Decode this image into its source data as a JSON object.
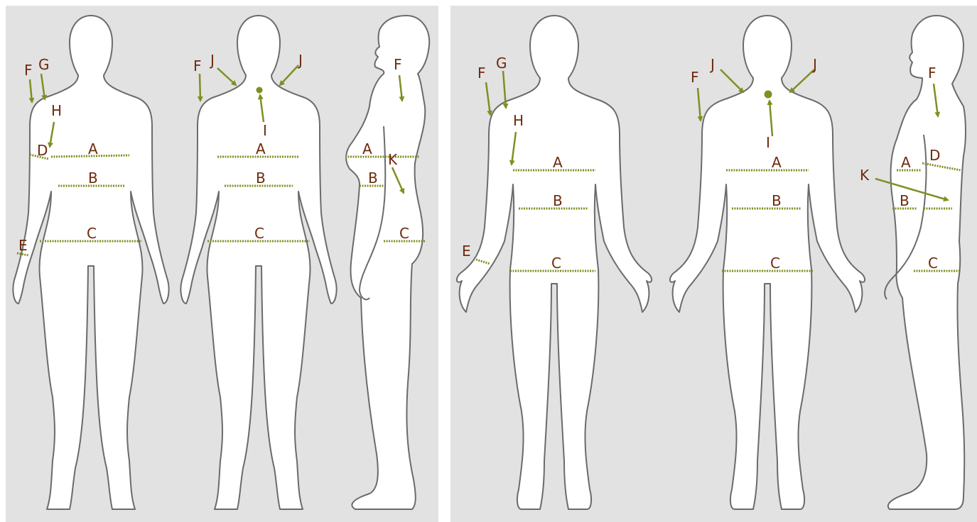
{
  "colors": {
    "background": "#e2e2e2",
    "body_fill": "#ffffff",
    "outline": "#6b6b6b",
    "measure_line": "#7f8f22",
    "label_text": "#6e2a0c"
  },
  "labels": {
    "a": "A",
    "b": "B",
    "c": "C",
    "d": "D",
    "e": "E",
    "f": "F",
    "g": "G",
    "h": "H",
    "i": "I",
    "j": "J",
    "k": "K"
  }
}
